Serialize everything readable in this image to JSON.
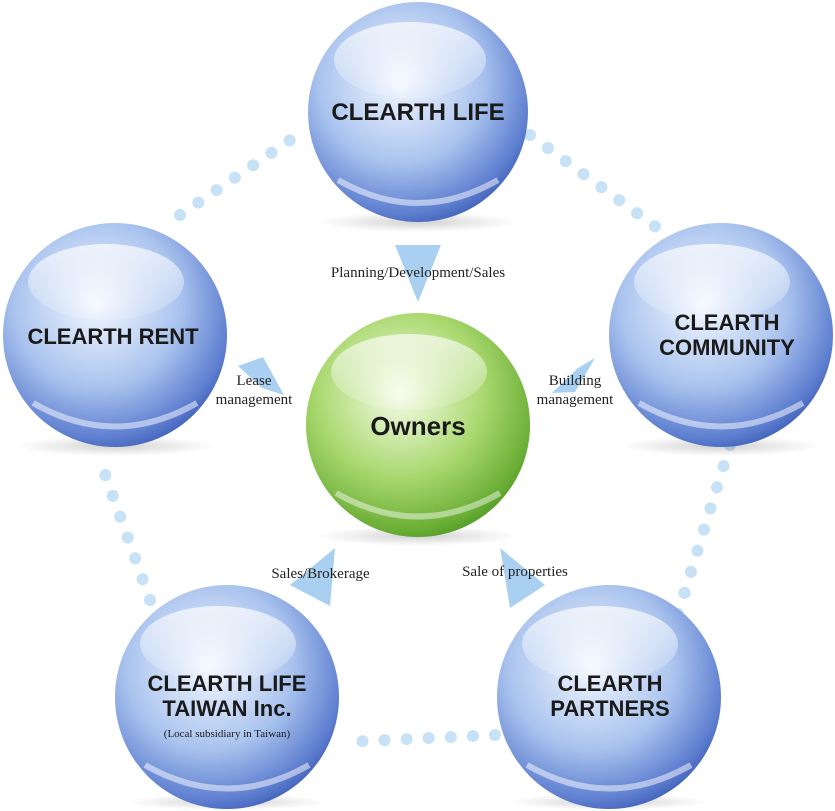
{
  "center": {
    "title": "Owners"
  },
  "companies": {
    "life": {
      "lines": [
        "CLEARTH LIFE"
      ]
    },
    "rent": {
      "lines": [
        "CLEARTH RENT"
      ]
    },
    "community": {
      "lines": [
        "CLEARTH",
        "COMMUNITY"
      ]
    },
    "taiwan": {
      "lines": [
        "CLEARTH LIFE",
        "TAIWAN Inc."
      ],
      "note": "(Local subsidiary in Taiwan)"
    },
    "partners": {
      "lines": [
        "CLEARTH",
        "PARTNERS"
      ]
    }
  },
  "relations": {
    "life": {
      "lines": [
        "Planning/Development/Sales"
      ]
    },
    "rent": {
      "lines": [
        "Lease",
        "management"
      ]
    },
    "community": {
      "lines": [
        "Building",
        "management"
      ]
    },
    "taiwan": {
      "lines": [
        "Sales/Brokerage"
      ]
    },
    "partners": {
      "lines": [
        "Sale of properties"
      ]
    }
  },
  "colors": {
    "sphere_blue_light": "#f4f8ff",
    "sphere_blue_mid": "#a9c3ee",
    "sphere_blue_dark": "#3f5fb8",
    "sphere_green_light": "#f7fdea",
    "sphere_green_mid": "#a9d86e",
    "sphere_green_dark": "#4f9a26",
    "dots": "#c7e2f6",
    "arrows": "#a9d0f0"
  }
}
